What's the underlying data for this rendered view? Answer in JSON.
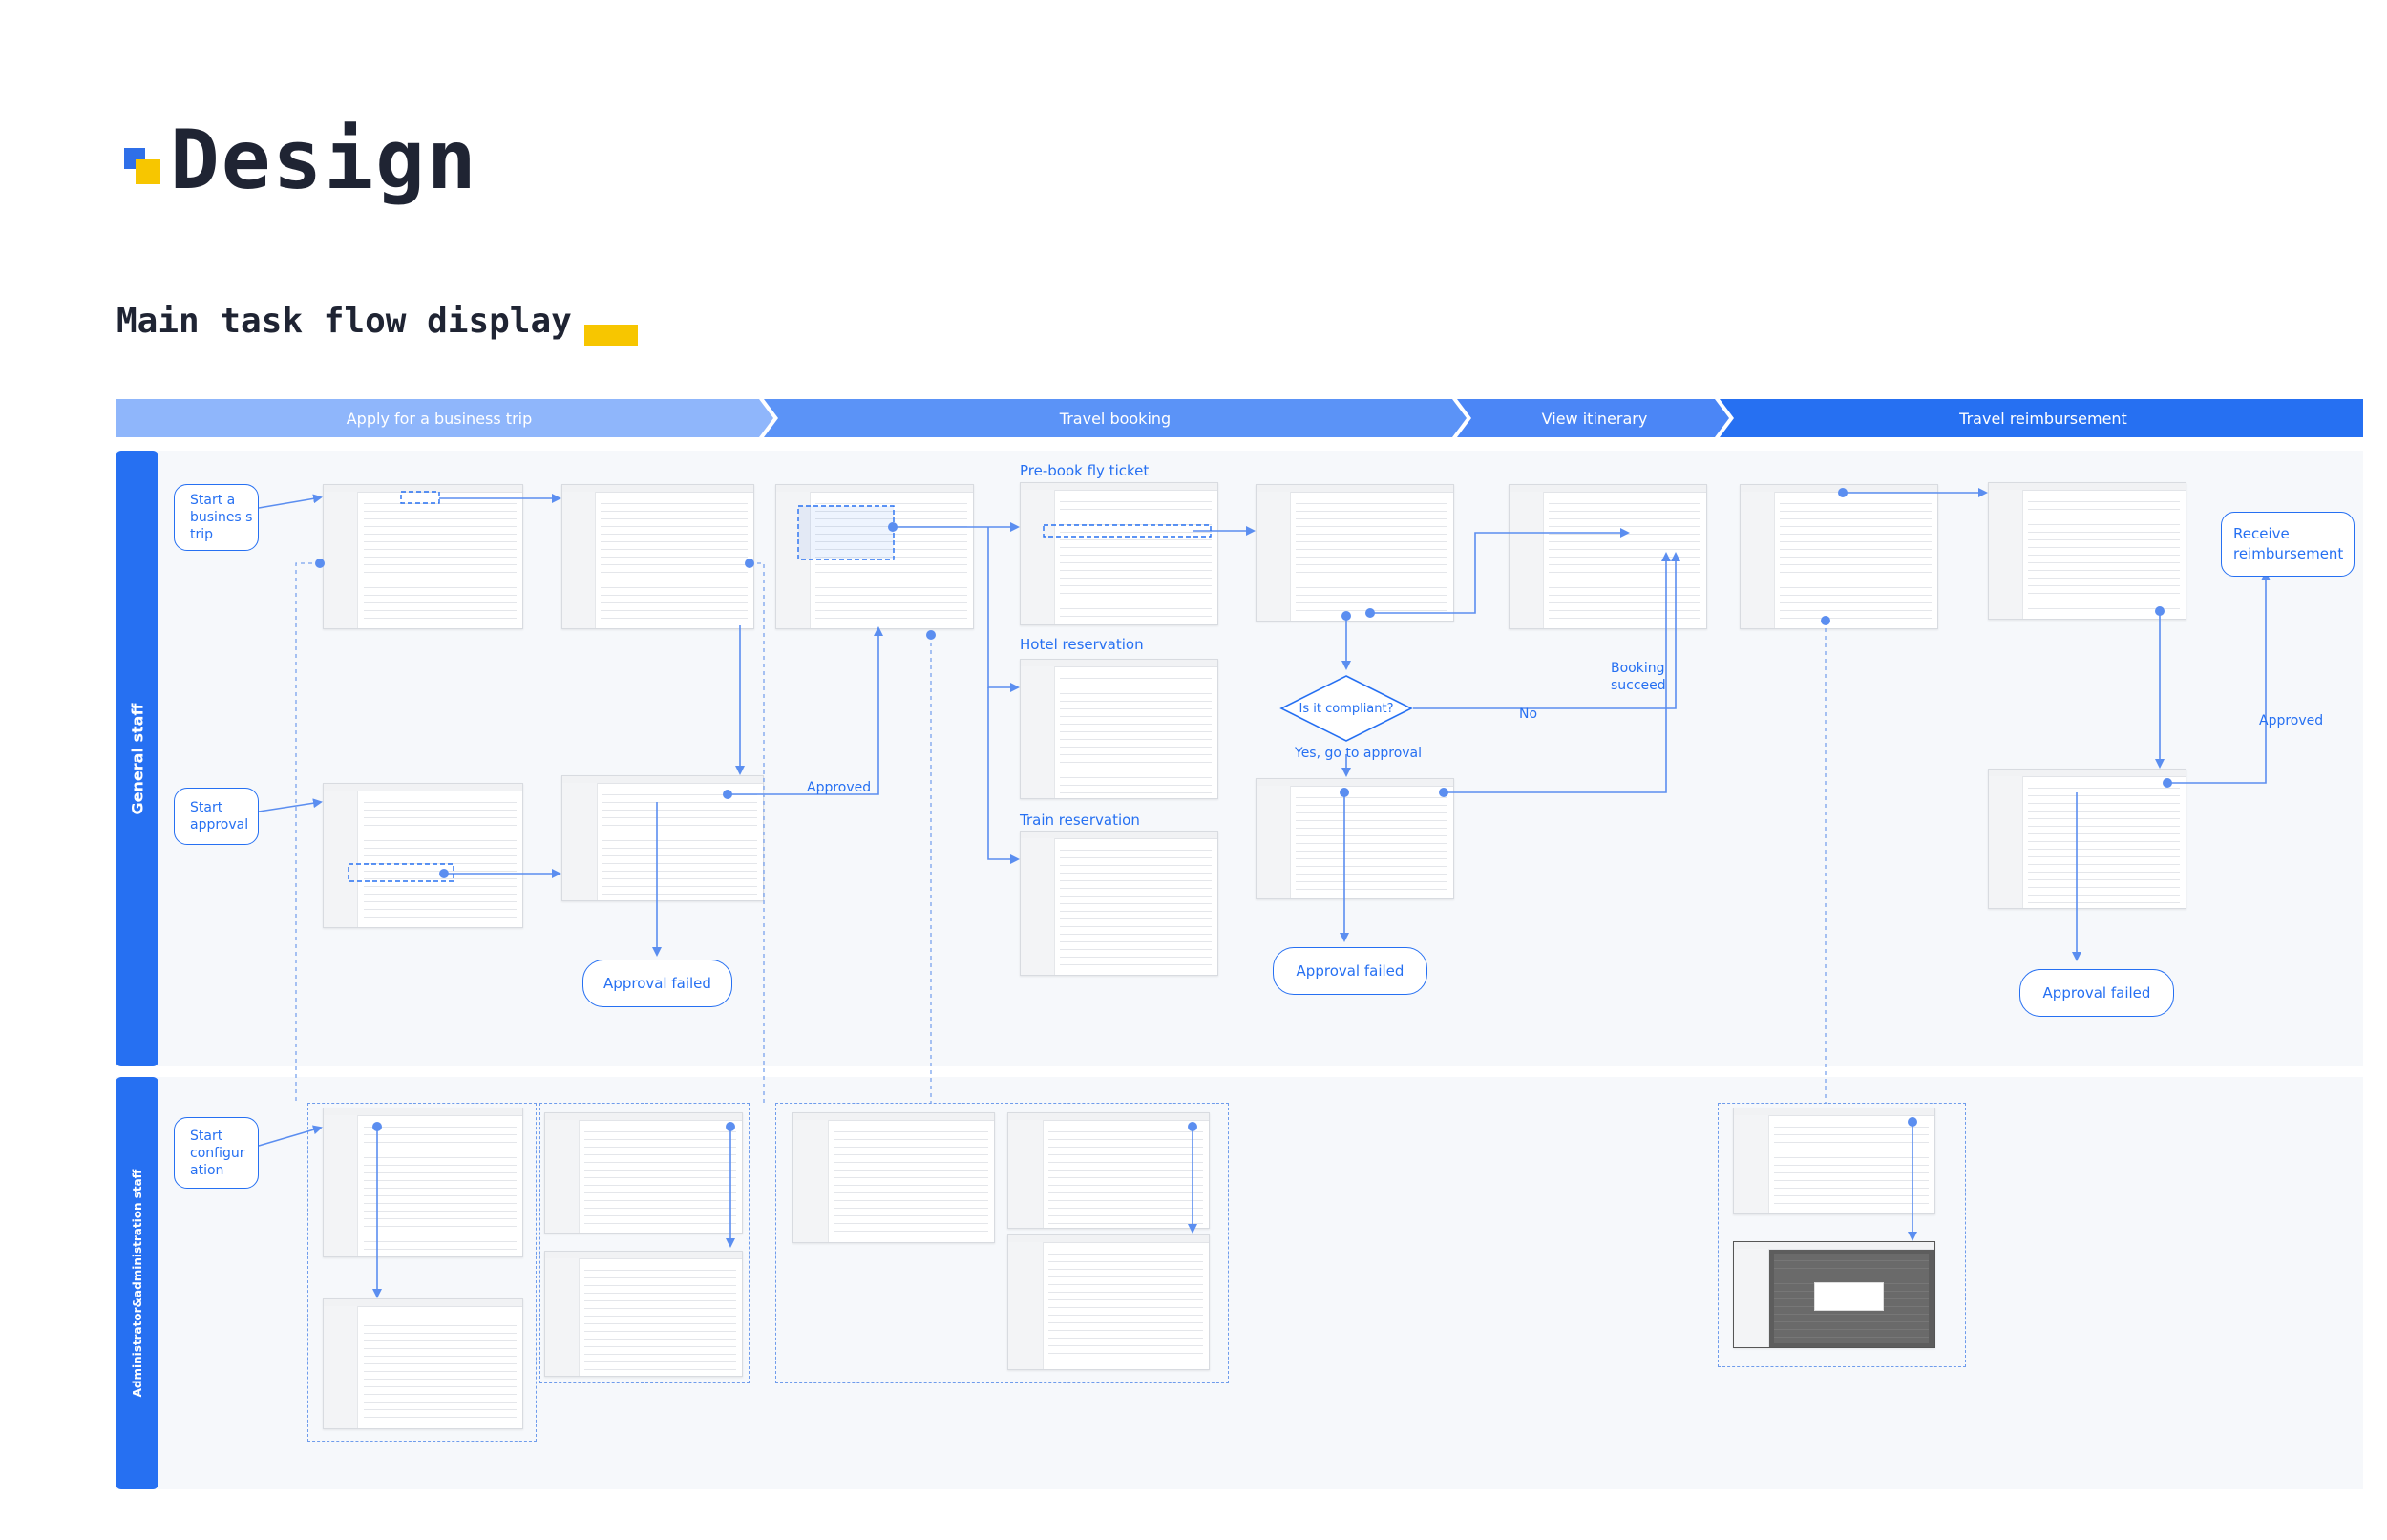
{
  "header": {
    "title": "Design",
    "subtitle": "Main task flow display"
  },
  "phases": [
    {
      "label": "Apply for a business trip",
      "color": "#8fb6fb"
    },
    {
      "label": "Travel booking",
      "color": "#5b93f7"
    },
    {
      "label": "View itinerary",
      "color": "#4b86f6"
    },
    {
      "label": "Travel reimbursement",
      "color": "#2670f2"
    }
  ],
  "lanes": {
    "general": "General staff",
    "admin": "Administrator&administration staff"
  },
  "start_nodes": {
    "business_trip": "Start a busines s trip",
    "approval": "Start approval",
    "configuration": "Start configur ation"
  },
  "end_nodes": {
    "receive": "Receive reimbursement",
    "failed_1": "Approval failed",
    "failed_2": "Approval failed",
    "failed_3": "Approval failed"
  },
  "decision": "Is it compliant?",
  "section_labels": {
    "fly": "Pre-book fly ticket",
    "hotel": "Hotel reservation",
    "train": "Train reservation"
  },
  "flow_labels": {
    "approved_1": "Approved",
    "no": "No",
    "yes": "Yes, go to approval",
    "booking_1": "Booking",
    "booking_2": "succeed",
    "approved_2": "Approved"
  },
  "colors": {
    "accent": "#2670f2",
    "highlight": "#f7c600",
    "dark_text": "#1f2433",
    "lane_bg": "#f6f8fb"
  }
}
